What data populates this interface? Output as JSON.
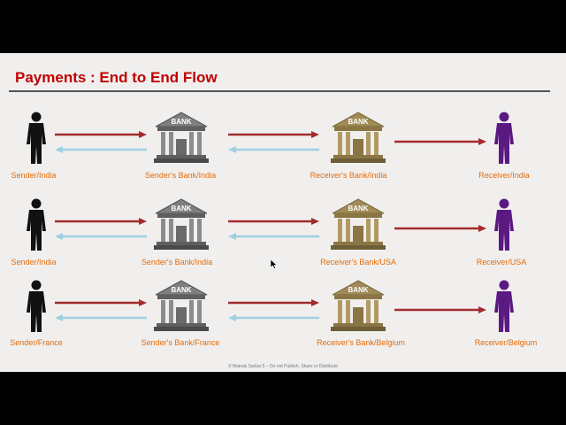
{
  "title": "Payments : End to End Flow",
  "footer": "© Mainak Sarkar 5 – Do not Publish, Share or Distribute",
  "bank_sign": "BANK",
  "rows": [
    {
      "sender": "Sender/India",
      "sender_bank": "Sender's Bank/India",
      "receiver_bank": "Receiver's Bank/India",
      "receiver": "Receiver/India"
    },
    {
      "sender": "Sender/India",
      "sender_bank": "Sender's Bank/India",
      "receiver_bank": "Receiver's Bank/USA",
      "receiver": "Receiver/USA"
    },
    {
      "sender": "Sender/France",
      "sender_bank": "Sender's Bank/France",
      "receiver_bank": "Receiver's Bank/Belgium",
      "receiver": "Receiver/Belgium"
    }
  ],
  "colors": {
    "title": "#c00000",
    "label": "#e46c0a",
    "forward_arrow": "#a32b2b",
    "return_arrow": "#9fd0e0",
    "sender_person": "#111111",
    "receiver_person": "#5a1a82",
    "sender_bank": "#7f7f7f",
    "receiver_bank": "#a08a55"
  }
}
